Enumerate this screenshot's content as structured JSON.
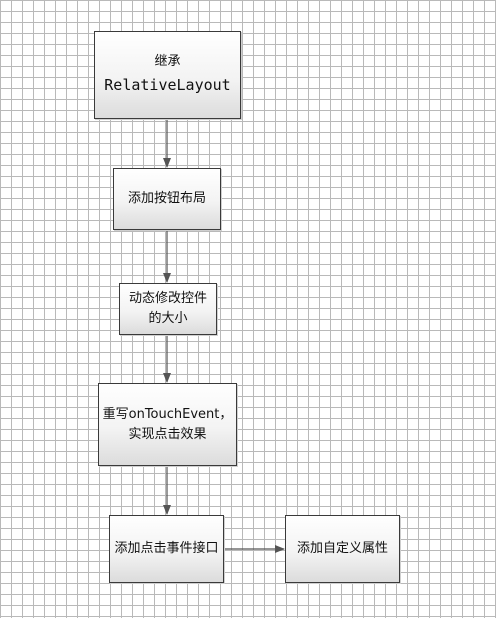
{
  "nodes": {
    "inherit": {
      "line1": "继承",
      "line2": "RelativeLayout"
    },
    "add_button_layout": {
      "line1": "添加按钮布局"
    },
    "resize_controls": {
      "line1": "动态修改控件",
      "line2": "的大小"
    },
    "override_touch": {
      "line1": "重写onTouchEvent，",
      "line2": "实现点击效果"
    },
    "add_click_interface": {
      "line1": "添加点击事件接口"
    },
    "add_custom_attrs": {
      "line1": "添加自定义属性"
    }
  },
  "edges": [
    {
      "from": "inherit",
      "to": "add_button_layout"
    },
    {
      "from": "add_button_layout",
      "to": "resize_controls"
    },
    {
      "from": "resize_controls",
      "to": "override_touch"
    },
    {
      "from": "override_touch",
      "to": "add_click_interface"
    },
    {
      "from": "add_click_interface",
      "to": "add_custom_attrs"
    }
  ],
  "colors": {
    "edge": "#555555",
    "border": "#3a3a3a",
    "grid": "#b9b9b9"
  }
}
